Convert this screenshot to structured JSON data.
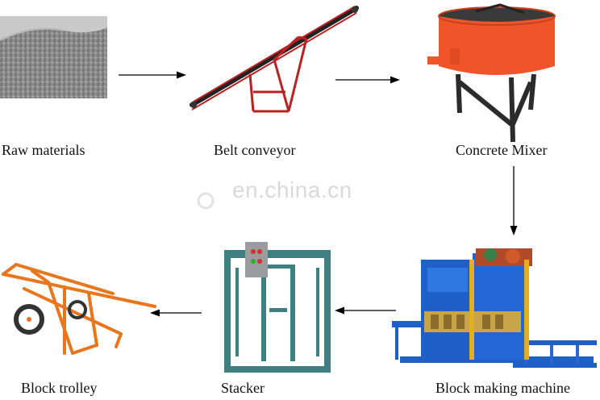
{
  "stages": [
    {
      "id": "raw",
      "label": "Raw materials",
      "image": "gravel-pile-image"
    },
    {
      "id": "belt",
      "label": "Belt conveyor",
      "image": "belt-conveyor-image"
    },
    {
      "id": "mixer",
      "label": "Concrete Mixer",
      "image": "concrete-mixer-image"
    },
    {
      "id": "block",
      "label": "Block making machine",
      "image": "block-machine-image"
    },
    {
      "id": "stacker",
      "label": "Stacker",
      "image": "stacker-image"
    },
    {
      "id": "trolley",
      "label": "Block trolley",
      "image": "block-trolley-image"
    }
  ],
  "watermark": "en.china.cn",
  "flow": [
    "Raw materials",
    "Belt conveyor",
    "Concrete Mixer",
    "Block making machine",
    "Stacker",
    "Block trolley"
  ],
  "colors": {
    "mixer_drum": "#f0552a",
    "machine_blue": "#1e5fc8",
    "stacker_teal": "#3e7f82",
    "trolley_orange": "#e8761e",
    "arrow": "#000000",
    "gravel": "#8a8a8a"
  }
}
